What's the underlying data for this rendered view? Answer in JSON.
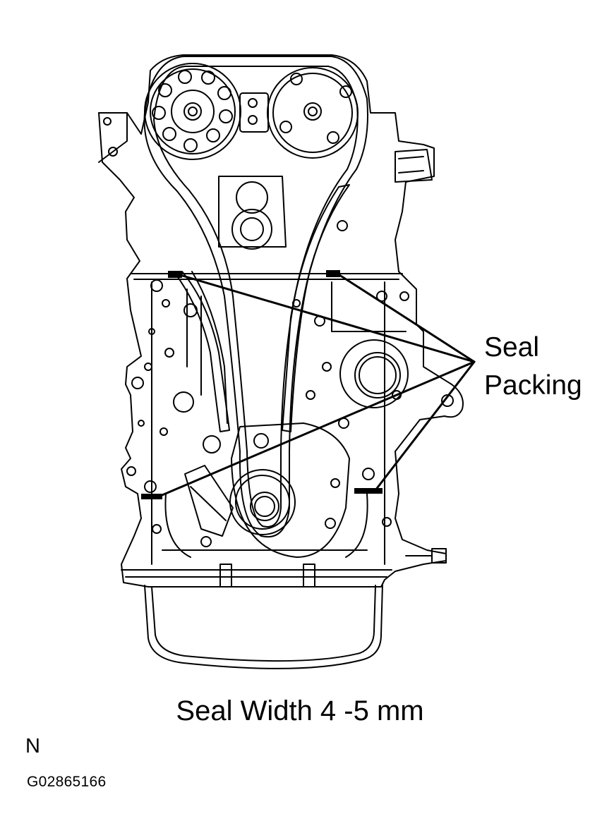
{
  "labels": {
    "callout_line1": "Seal",
    "callout_line2": "Packing",
    "caption": "Seal Width 4 -5 mm",
    "view_marker": "N",
    "figure_id": "G02865166"
  },
  "colors": {
    "line": "#000000",
    "background": "#ffffff",
    "seal_mark": "#000000"
  }
}
